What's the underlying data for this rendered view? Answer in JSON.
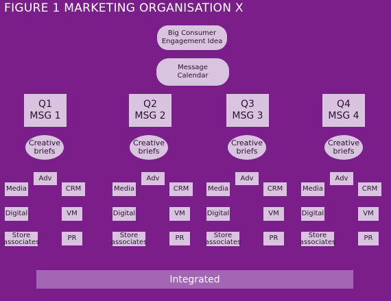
{
  "figure_title": "FIGURE 1 MARKETING ORGANISATION X",
  "top": {
    "idea": "Big Consumer\nEngagement Idea",
    "calendar": "Message\nCalendar"
  },
  "quarters": [
    {
      "q": "Q1",
      "msg": "MSG 1"
    },
    {
      "q": "Q2",
      "msg": "MSG 2"
    },
    {
      "q": "Q3",
      "msg": "MSG 3"
    },
    {
      "q": "Q4",
      "msg": "MSG 4"
    }
  ],
  "creative_briefs": "Creative\nbriefs",
  "channels": {
    "adv": "Adv",
    "media": "Media",
    "crm": "CRM",
    "digital": "Digital",
    "vm": "VM",
    "store": "Store\nassociates",
    "pr": "PR"
  },
  "integrated": "Integrated",
  "colors": {
    "background": "#7a1f8a",
    "box": "#d9c4e0",
    "integrated_bar": "#a565b5"
  }
}
